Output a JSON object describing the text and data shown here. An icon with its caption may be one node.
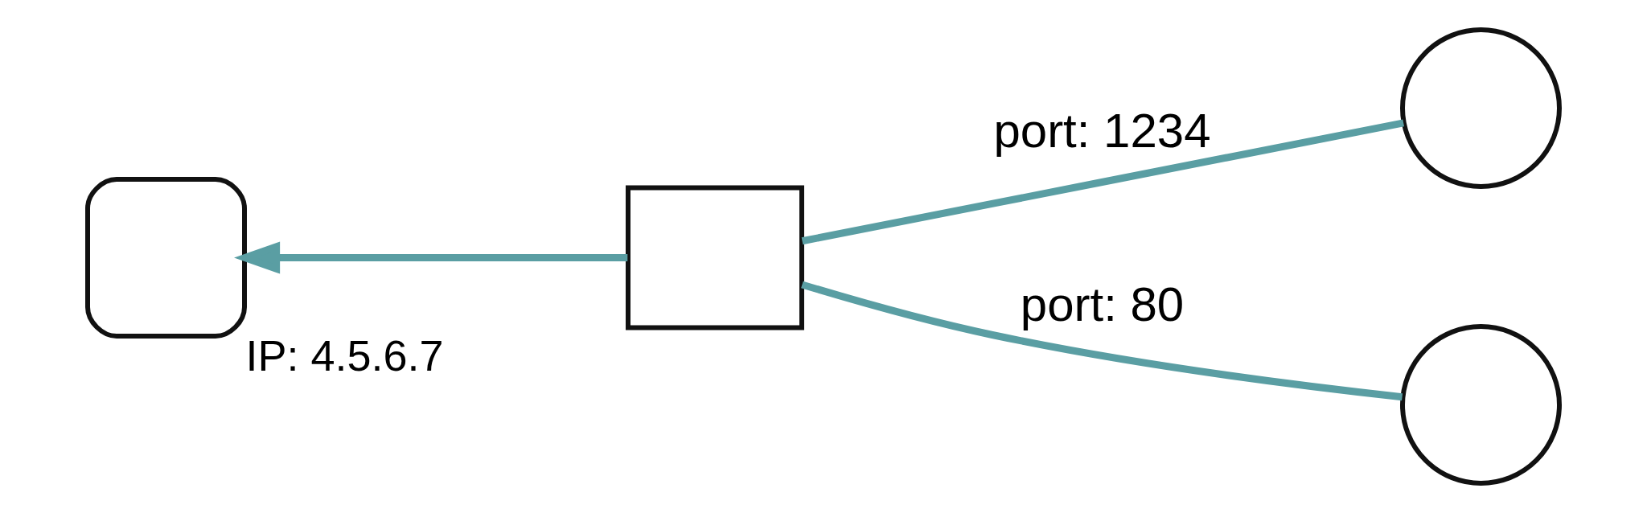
{
  "diagram": {
    "nodes": [
      {
        "text": [],
        "shape": "box",
        "beside": [
          "IP: 4.5.6.7"
        ]
      },
      {
        "text": [],
        "shape": "box"
      },
      {
        "text": [],
        "shape": "circle"
      },
      {
        "text": [],
        "shape": "circle"
      }
    ],
    "edges": [
      {
        "from": 1,
        "to": 0,
        "arrow": "to"
      },
      {
        "from": 2,
        "to": 1,
        "arrow": "none",
        "label": "port: 1234"
      },
      {
        "from": 3,
        "to": 1,
        "arrow": "none",
        "label": "port: 80"
      }
    ]
  }
}
